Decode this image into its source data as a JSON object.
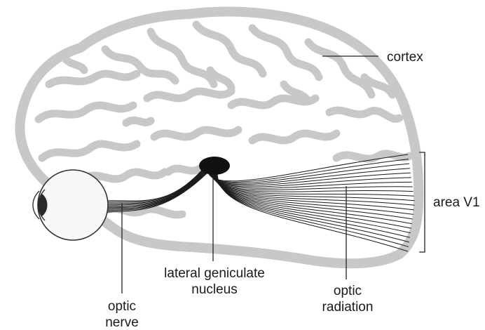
{
  "labels": {
    "cortex": "cortex",
    "area_v1": "area V1",
    "lgn_line1": "lateral geniculate",
    "lgn_line2": "nucleus",
    "optic_nerve_line1": "optic",
    "optic_nerve_line2": "nerve",
    "optic_radiation_line1": "optic",
    "optic_radiation_line2": "radiation"
  },
  "colors": {
    "brain_fill": "#ffffff",
    "brain_outline": "#c8c8c8",
    "fibers": "#1a1a1a",
    "lgn": "#111111",
    "eye_fill": "#f7f7f7",
    "eye_outline": "#333333",
    "leader_lines": "#222222"
  }
}
